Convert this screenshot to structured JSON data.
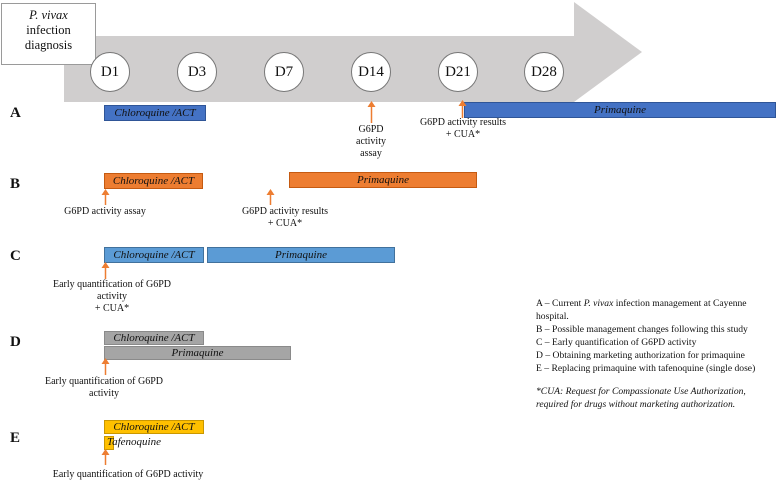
{
  "header": {
    "dx_box": {
      "line1": "P. vivax",
      "line2": "infection",
      "line3": "diagnosis"
    }
  },
  "days": [
    "D1",
    "D3",
    "D7",
    "D14",
    "D21",
    "D28"
  ],
  "colors": {
    "timeline_arrow": "#d0cece",
    "scenario_a": "#4472c4",
    "scenario_b": "#ed7d31",
    "scenario_c": "#5b9bd5",
    "scenario_d": "#a5a5a5",
    "scenario_e": "#ffc000",
    "marker_arrow": "#ed7d31"
  },
  "rows": {
    "A": {
      "letter": "A",
      "bar1": "Chloroquine /ACT",
      "bar2": "Primaquine",
      "note1_l1": "G6PD",
      "note1_l2": "activity",
      "note1_l3": "assay",
      "note2_l1": "G6PD activity results",
      "note2_l2": "+ CUA*"
    },
    "B": {
      "letter": "B",
      "bar1": "Chloroquine /ACT",
      "bar2": "Primaquine",
      "note1": "G6PD activity assay",
      "note2_l1": "G6PD activity results",
      "note2_l2": "+ CUA*"
    },
    "C": {
      "letter": "C",
      "bar1": "Chloroquine /ACT",
      "bar2": "Primaquine",
      "note_l1": "Early quantification of  G6PD",
      "note_l2": "activity",
      "note_l3": "+ CUA*"
    },
    "D": {
      "letter": "D",
      "bar1": "Chloroquine /ACT",
      "bar2": "Primaquine",
      "note_l1": "Early quantification of  G6PD",
      "note_l2": "activity"
    },
    "E": {
      "letter": "E",
      "bar1": "Chloroquine /ACT",
      "bar2": "Tafenoquine",
      "note": "Early quantification of  G6PD activity"
    }
  },
  "legend": {
    "a_pre": "A – Current ",
    "a_it": "P. vivax",
    "a_post": " infection management at Cayenne",
    "a_l2": "hospital.",
    "b": "B – Possible management changes following this study",
    "c": "C – Early quantification of G6PD activity",
    "d": "D – Obtaining marketing authorization for primaquine",
    "e": "E – Replacing primaquine with tafenoquine (single dose)",
    "cua_l1": "*CUA: Request for Compassionate Use Authorization,",
    "cua_l2": "required for drugs without marketing authorization."
  }
}
